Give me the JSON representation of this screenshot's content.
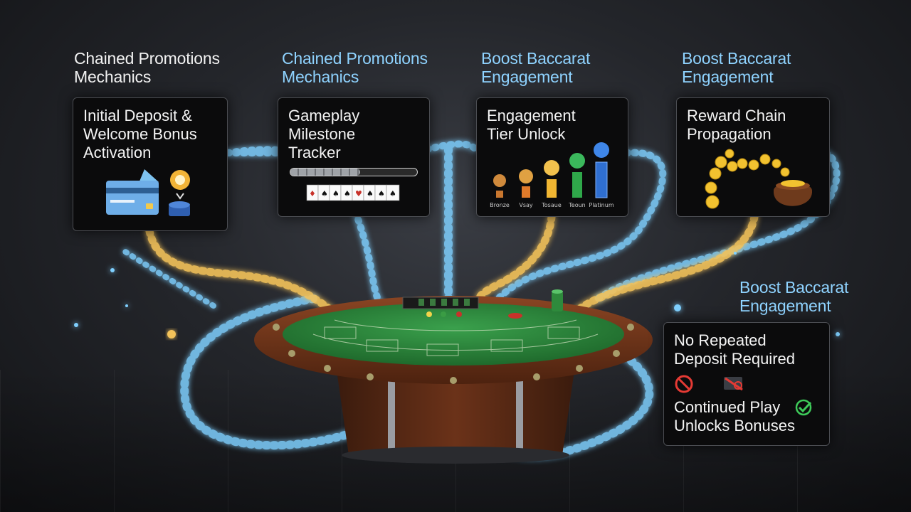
{
  "headings": [
    {
      "lines": [
        "Chained Promotions",
        "Mechanics"
      ],
      "tone": "white"
    },
    {
      "lines": [
        "Chained Promotions",
        "Mechanics"
      ],
      "tone": "blue"
    },
    {
      "lines": [
        "Boost Baccarat",
        "Engagement"
      ],
      "tone": "blue"
    },
    {
      "lines": [
        "Boost Baccarat",
        "Engagement"
      ],
      "tone": "blue"
    },
    {
      "lines": [
        "Boost Baccarat",
        "Engagement"
      ],
      "tone": "blue"
    }
  ],
  "cards": [
    {
      "title_lines": [
        "Initial Deposit &",
        "Welcome Bonus",
        "Activation"
      ]
    },
    {
      "title_lines": [
        "Gameplay",
        "Milestone",
        "Tracker"
      ],
      "progress": 0.55
    },
    {
      "title_lines": [
        "Engagement",
        "Tier Unlock"
      ],
      "tiers": [
        "Bronze",
        "Vsay",
        "Tosaue",
        "Teoun",
        "Platinum"
      ]
    },
    {
      "title_lines": [
        "Reward Chain",
        "Propagation"
      ]
    },
    {
      "title_lines": [
        "No Repeated",
        "Deposit Required"
      ],
      "footer_lines": [
        "Continued Play",
        "Unlocks Bonuses"
      ]
    }
  ],
  "colors": {
    "gold_stream": "#f4c35a",
    "blue_stream": "#7fd0ff",
    "felt": "#2c8a3c",
    "rail": "#6b3219",
    "heading_blue": "#8fd3ff"
  }
}
